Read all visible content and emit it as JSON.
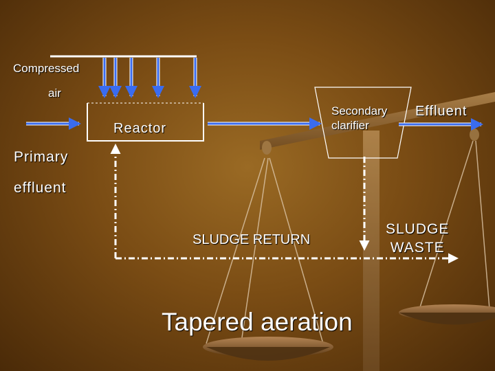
{
  "colors": {
    "background": "#7a4c14",
    "line": "#ffffff",
    "arrow_blue": "#3a6cf0",
    "text": "#ffffff"
  },
  "labels": {
    "compressed": "Compressed",
    "air": "air",
    "reactor": "Reactor",
    "secondary_line1": "Secondary",
    "secondary_line2": "clarifier",
    "effluent": "Effluent",
    "primary_line1": "Primary",
    "primary_line2": "effluent",
    "sludge_return": "SLUDGE RETURN",
    "sludge_waste_line1": "SLUDGE",
    "sludge_waste_line2": "WASTE",
    "title": "Tapered aeration"
  },
  "background_image": "balance-scale"
}
